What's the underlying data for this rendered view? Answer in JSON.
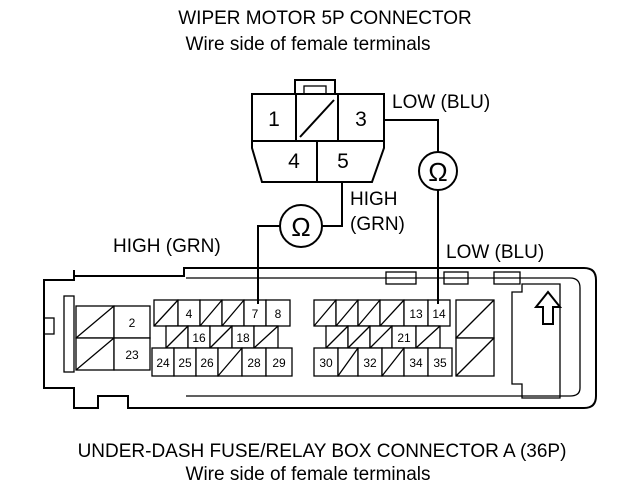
{
  "top_connector": {
    "title": "WIPER MOTOR 5P CONNECTOR",
    "subtitle": "Wire side of female terminals",
    "pins": [
      "1",
      "3",
      "4",
      "5"
    ]
  },
  "bottom_connector": {
    "title": "UNDER-DASH FUSE/RELAY BOX CONNECTOR A (36P)",
    "subtitle": "Wire side of female terminals",
    "pins": [
      "2",
      "23",
      "4",
      "7",
      "8",
      "16",
      "18",
      "24",
      "25",
      "26",
      "28",
      "29",
      "13",
      "14",
      "21",
      "30",
      "32",
      "34",
      "35"
    ]
  },
  "wires": {
    "low_top": "LOW (BLU)",
    "high_top_line1": "HIGH",
    "high_top_line2": "(GRN)",
    "high_left": "HIGH (GRN)",
    "low_right": "LOW (BLU)"
  },
  "symbols": {
    "ohm": "Ω",
    "ohmmeter_icon": "ohmmeter-icon",
    "up_arrow_icon": "up-arrow-icon"
  }
}
